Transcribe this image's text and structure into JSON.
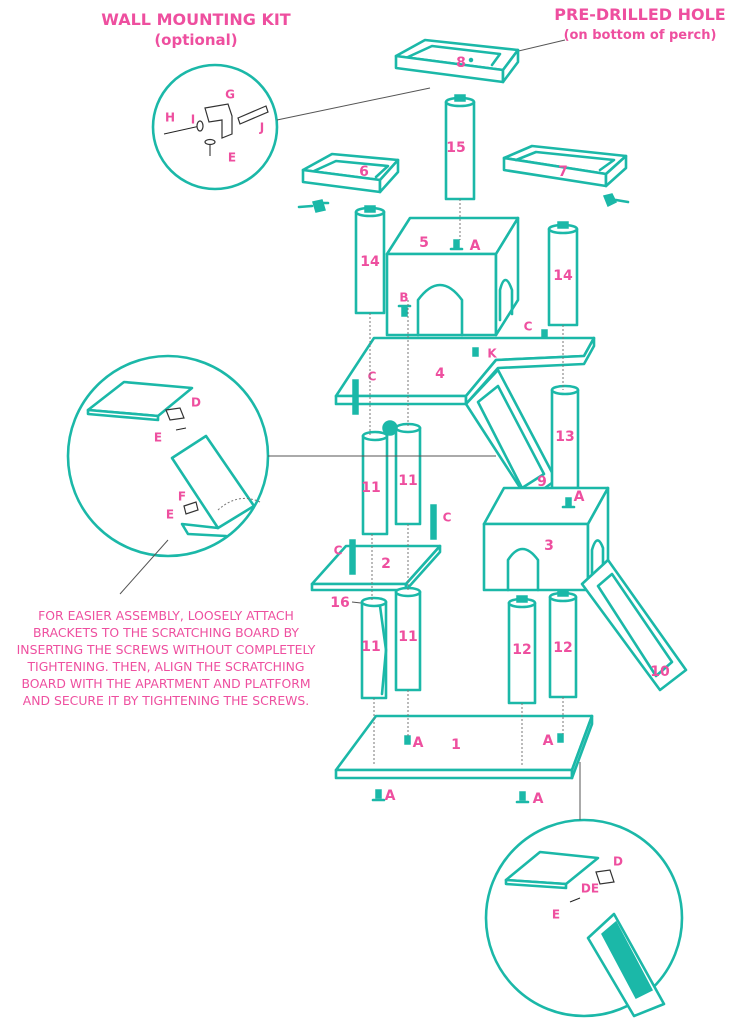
{
  "headers": {
    "wall_kit_title": "WALL MOUNTING KIT",
    "wall_kit_sub": "(optional)",
    "hole_title": "PRE-DRILLED HOLE",
    "hole_sub": "(on bottom of perch)"
  },
  "parts": {
    "p1": "1",
    "p2": "2",
    "p3": "3",
    "p4": "4",
    "p5": "5",
    "p6": "6",
    "p7": "7",
    "p8": "8",
    "p9": "9",
    "p10": "10",
    "p11": "11",
    "p12": "12",
    "p13": "13",
    "p14": "14",
    "p15": "15",
    "p16": "16"
  },
  "hardware": {
    "A": "A",
    "B": "B",
    "C": "C",
    "D": "D",
    "E": "E",
    "F": "F",
    "G": "G",
    "H": "H",
    "I": "I",
    "J": "J",
    "K": "K",
    "DE": "DE"
  },
  "note": {
    "lines": [
      "FOR EASIER ASSEMBLY, LOOSELY ATTACH",
      "BRACKETS TO THE SCRATCHING BOARD BY",
      "INSERTING THE SCREWS WITHOUT COMPLETELY",
      "TIGHTENING. THEN, ALIGN THE SCRATCHING",
      "BOARD WITH THE APARTMENT AND PLATFORM",
      "AND SECURE IT BY TIGHTENING THE SCREWS."
    ]
  },
  "colors": {
    "teal": "#1bb8a8",
    "pink": "#ee4f9f"
  }
}
